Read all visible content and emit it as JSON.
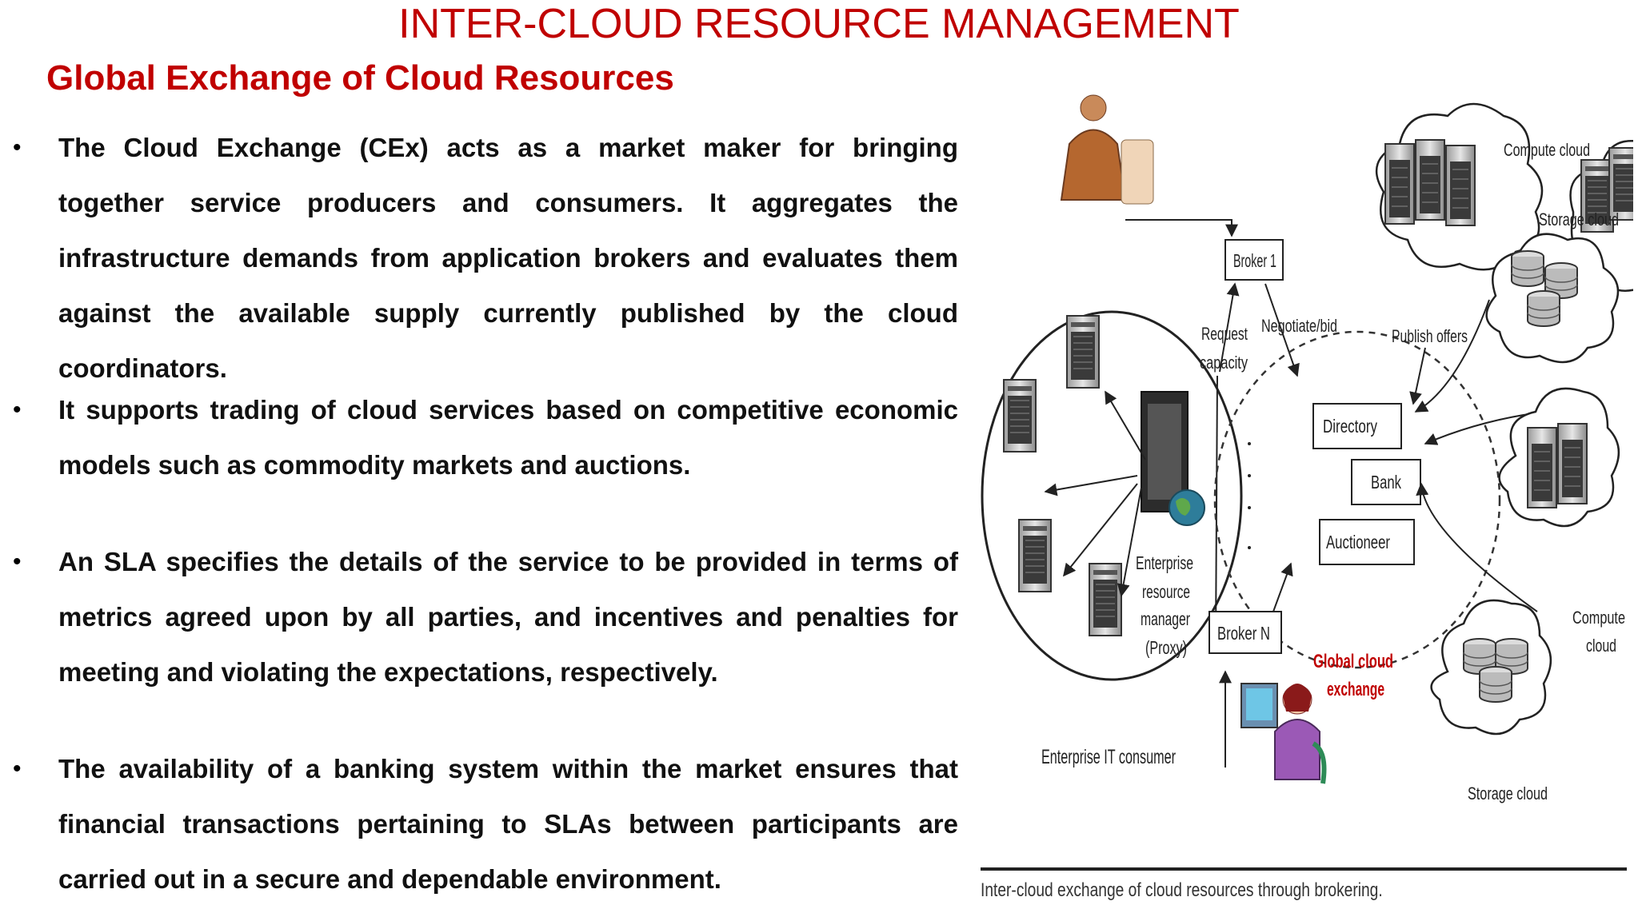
{
  "page": {
    "title": "INTER-CLOUD RESOURCE MANAGEMENT",
    "subtitle": "Global Exchange of Cloud Resources"
  },
  "bullets": [
    "The Cloud Exchange (CEx) acts as a market maker for bringing together service producers and consumers. It aggregates the infrastructure demands from application brokers and evaluates them against the available supply currently published by the cloud coordinators.",
    "It supports trading of cloud services based on competitive economic models such as commodity markets and auctions.",
    "An SLA specifies the details of the service to be provided in terms of metrics agreed upon by all parties, and incentives and penalties for meeting and violating the expectations, respectively.",
    "The availability of a banking system within the market ensures that financial transactions pertaining to SLAs between participants are carried out in a secure and dependable environment."
  ],
  "figure": {
    "labels": {
      "compute_cloud_top": "Compute cloud",
      "storage_cloud_top": "Storage cloud",
      "broker_1": "Broker 1",
      "broker_n": "Broker N",
      "request": "Request",
      "capacity": "capacity",
      "negotiate_bid": "Negotiate/bid",
      "publish_offers": "Publish offers",
      "directory": "Directory",
      "bank": "Bank",
      "auctioneer": "Auctioneer",
      "erm_1": "Enterprise",
      "erm_2": "resource",
      "erm_3": "manager",
      "erm_4": "(Proxy)",
      "gce_1": "Global cloud",
      "gce_2": "exchange",
      "compute_cloud_right_1": "Compute",
      "compute_cloud_right_2": "cloud",
      "storage_cloud_bottom": "Storage cloud",
      "enterprise_it_consumer": "Enterprise IT consumer"
    },
    "caption": "Inter-cloud exchange of cloud resources through brokering.",
    "colors": {
      "accent": "#c00000",
      "text": "#222222"
    }
  }
}
